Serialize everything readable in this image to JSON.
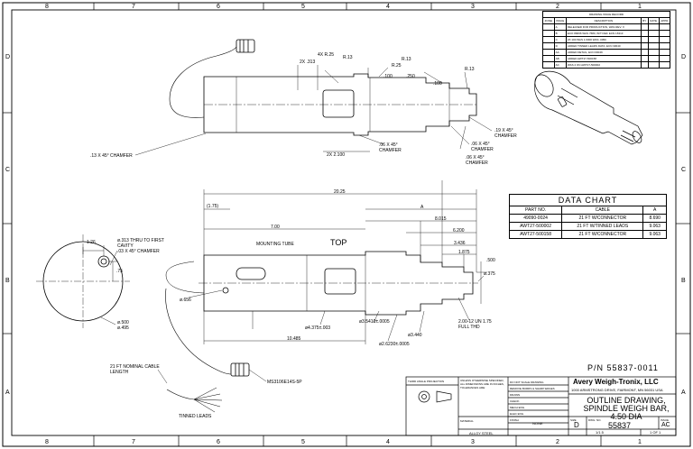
{
  "zones": {
    "cols": [
      "8",
      "7",
      "6",
      "5",
      "4",
      "3",
      "2",
      "1"
    ],
    "rows": [
      "D",
      "C",
      "B",
      "A"
    ]
  },
  "top_view": {
    "dims": [
      "2X .313",
      "4X R.25",
      "R.13",
      "R.25",
      "R.13",
      "R.13",
      ".100",
      ".250",
      ".100",
      "2X 2.100"
    ],
    "chamfers": [
      ".13 X 45° CHAMFER",
      ".06 X 45° CHAMFER",
      ".06 X 45° CHAMFER",
      ".06 X 45° CHAMFER",
      ".19 X 45° CHAMFER"
    ]
  },
  "front_view": {
    "label": "TOP",
    "overall": "20.25",
    "dims": [
      "(1.75)",
      "A",
      "8.015",
      "7.00",
      "6.200",
      "3.436",
      "1.875",
      ".500",
      "ø.375",
      "ø.656",
      "ø4.375±.003",
      "ø3.5410±.0005",
      "ø3.440",
      "ø2.6230±.0005",
      "10.485"
    ],
    "thread": "2.00-12 UN 1.75 FULL THD",
    "mounting_tube": "MOUNTING TUBE"
  },
  "section_view": {
    "dims": [
      "1.26",
      "ø.313 THRU TO FIRST CAVITY",
      ".03 X 45° CHAMFER",
      ".75",
      "ø.500",
      "ø.495"
    ]
  },
  "cable": {
    "nominal": "21 FT NOMINAL CABLE LENGTH",
    "connector": "MS3106E14S-5P",
    "leads": "TINNED LEADS"
  },
  "data_chart": {
    "title": "DATA CHART",
    "headers": [
      "PART NO.",
      "CABLE",
      "A"
    ],
    "rows": [
      [
        "49090-0024",
        "21 FT W/CONNECTOR",
        "8.690"
      ],
      [
        "AWT27-500002",
        "21 FT W/TINNED LEADS",
        "9.063"
      ],
      [
        "AWT27-500158",
        "21 FT W/CONNECTOR",
        "9.063"
      ]
    ]
  },
  "revisions": {
    "title": "DRAWING ISSUE RECORD",
    "headers": [
      "ZONE",
      "ISSUE",
      "DESCRIPTION",
      "BY",
      "DATE",
      "APPR"
    ],
    "rows": [
      [
        "",
        "A",
        "RELEASED FOR PRODUCTION, WAS REV. X",
        "",
        "",
        ""
      ],
      [
        "",
        "B",
        "ECO 89066 WAS 7680, W/T REF. ECN 16313",
        "",
        "",
        ""
      ],
      [
        "",
        "C",
        "2X 100 WAS 1.6000 WAS .0050",
        "",
        "",
        ""
      ],
      [
        "",
        "D",
        "ADDED TINNED LEADS DATA, ECN 33040",
        "",
        "",
        ""
      ],
      [
        "",
        "AA",
        "ADDED DETAIL, ECN 00049",
        "",
        "",
        ""
      ],
      [
        "",
        "AB",
        "ADDED AWT27-500158",
        "",
        "",
        ""
      ],
      [
        "",
        "AC",
        "WAS 4 ON AWT27-500002",
        "",
        "",
        ""
      ]
    ]
  },
  "title_block": {
    "part_number": "P/N 55837-0011",
    "company": "Avery Weigh-Tronix, LLC",
    "address": "1000 ARMSTRONG DRIVE, FAIRMONT, MN 56031 USA",
    "title_lines": [
      "OUTLINE DRAWING,",
      "SPINDLE WEIGH BAR,",
      "4.50 DIA"
    ],
    "size_label": "SIZE",
    "size": "D",
    "dwg_no_label": "DWG. NO.",
    "dwg_no": "55837",
    "issue_label": "ISSUE",
    "issue": "AC",
    "scale": "1/1.5",
    "sheet": "1 OF 1",
    "material_label": "MATERIAL",
    "material": "ALLOY STEEL",
    "finish_label": "FINISH",
    "finish": "NONE",
    "projection": "THIRD ANGLE PROJECTION",
    "tolerances": "UNLESS OTHERWISE SPECIFIED, ALL DIMENSIONS ARE IN INCHES, TOLERANCES ARE:",
    "do_not_scale": "DO NOT SCALE DRAWING",
    "remove_burrs": "REMOVE BURRS & SHARP EDGES",
    "approvals": [
      "DRAWN",
      "CHECK",
      "MECH ENG",
      "ELEC ENG"
    ]
  }
}
